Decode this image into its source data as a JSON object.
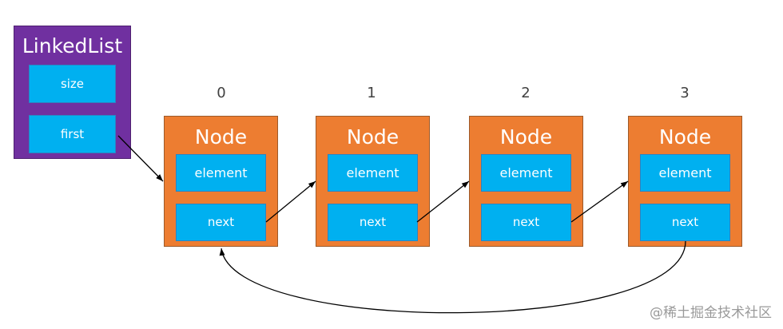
{
  "linked_list": {
    "title": "LinkedList",
    "fields": {
      "size": "size",
      "first": "first"
    }
  },
  "nodes": [
    {
      "index": "0",
      "title": "Node",
      "element": "element",
      "next": "next"
    },
    {
      "index": "1",
      "title": "Node",
      "element": "element",
      "next": "next"
    },
    {
      "index": "2",
      "title": "Node",
      "element": "element",
      "next": "next"
    },
    {
      "index": "3",
      "title": "Node",
      "element": "element",
      "next": "next"
    }
  ],
  "watermark": "@稀土掘金技术社区",
  "colors": {
    "linked_list_bg": "#7030A0",
    "node_bg": "#ED7D31",
    "field_bg": "#00B0F0",
    "arrow": "#000000"
  }
}
